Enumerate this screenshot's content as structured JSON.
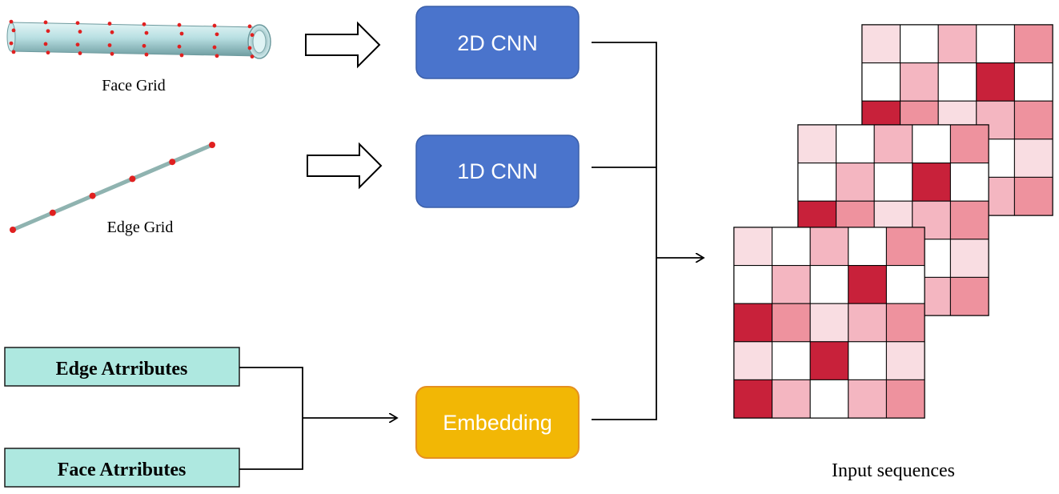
{
  "inputs": {
    "face_grid_label": "Face Grid",
    "edge_grid_label": "Edge Grid",
    "edge_attributes_label": "Edge Atrributes",
    "face_attributes_label": "Face Atrributes"
  },
  "modules": {
    "cnn2d_label": "2D CNN",
    "cnn1d_label": "1D CNN",
    "embedding_label": "Embedding"
  },
  "output": {
    "label": "Input sequences",
    "matrix_levels": [
      [
        1,
        0,
        2,
        0,
        3
      ],
      [
        0,
        2,
        0,
        4,
        0
      ],
      [
        4,
        3,
        1,
        2,
        3
      ],
      [
        1,
        0,
        4,
        0,
        1
      ],
      [
        4,
        2,
        0,
        2,
        3
      ]
    ],
    "level_colors": [
      "#ffffff",
      "#f9dde2",
      "#f4b6c1",
      "#ee929e",
      "#c8213a"
    ]
  },
  "colors": {
    "cnn_fill": "#4a74cc",
    "cnn_stroke": "#3a5ea8",
    "embedding_fill": "#f2b705",
    "embedding_stroke": "#e59020",
    "attribute_fill": "#aee8e0",
    "attribute_stroke": "#1a1a1a",
    "grid_point": "#e02020",
    "edge_line": "#8fb3b0",
    "tube_fill": "#bde3e6"
  }
}
